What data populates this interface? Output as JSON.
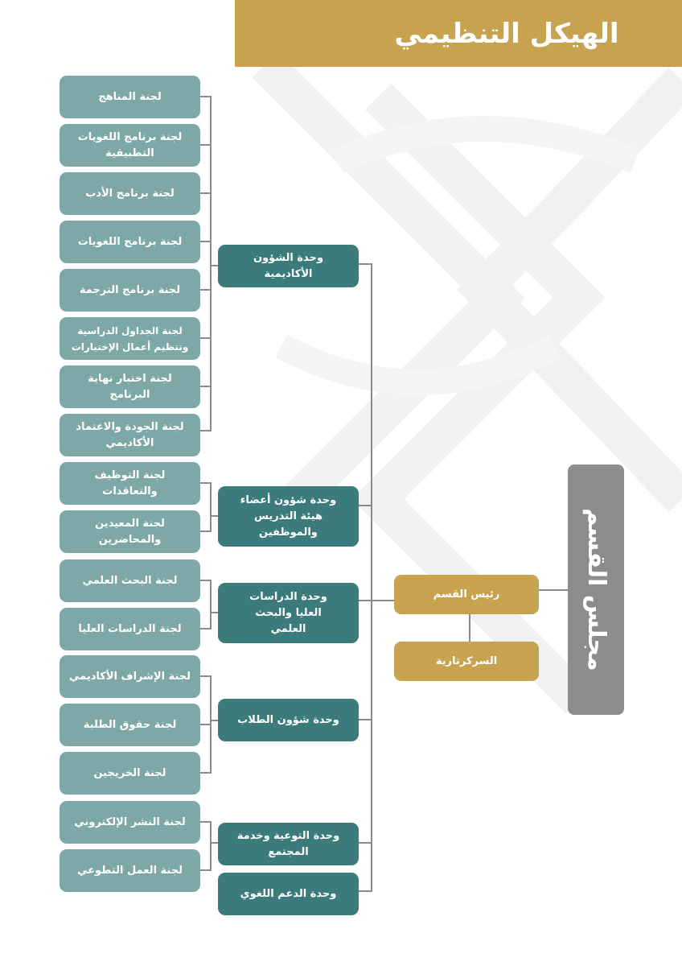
{
  "title": "الهيكل التنظيمي",
  "council": "مجلس القسم",
  "head": "رئيس القسم",
  "secretariat": "السركرتارية",
  "units": [
    {
      "label": "وحدة الشؤون الأكاديمية"
    },
    {
      "label": "وحدة شؤون أعضاء هيئة التدريس والموظفين"
    },
    {
      "label": "وحدة الدراسات العليا والبحث العلمي"
    },
    {
      "label": "وحدة شؤون الطلاب"
    },
    {
      "label": "وحدة التوعية وخدمة المجتمع"
    },
    {
      "label": "وحدة الدعم اللغوي"
    }
  ],
  "committees": [
    {
      "label": "لجنة المناهج"
    },
    {
      "label": "لجنة برنامج اللغويات التطبيقية"
    },
    {
      "label": "لجنة برنامج الأدب"
    },
    {
      "label": "لجنة برنامج اللغويات"
    },
    {
      "label": "لجنة برنامج الترجمة"
    },
    {
      "label": "لجنة الجداول الدراسية وتنظيم أعمال الإختبارات"
    },
    {
      "label": "لجنة اختبار نهاية البرنامج"
    },
    {
      "label": "لجنة الجودة والاعتماد الأكاديمي"
    },
    {
      "label": "لجنة التوظيف والتعاقدات"
    },
    {
      "label": "لجنة المعيدين والمحاضرين"
    },
    {
      "label": "لجنة البحث العلمي"
    },
    {
      "label": "لجنة الدراسات العليا"
    },
    {
      "label": "لجنة الإشراف الأكاديمي"
    },
    {
      "label": "لجنة حقوق الطلبة"
    },
    {
      "label": "لجنة الخريجين"
    },
    {
      "label": "لجنة النشر الإلكتروني"
    },
    {
      "label": "لجنة العمل التطوعي"
    }
  ],
  "colors": {
    "gold": "#c7a34f",
    "teal_dark": "#3c7b7c",
    "teal_light": "#7ea8a8",
    "gray": "#8c8c8c",
    "connector": "#8a8a8a"
  }
}
